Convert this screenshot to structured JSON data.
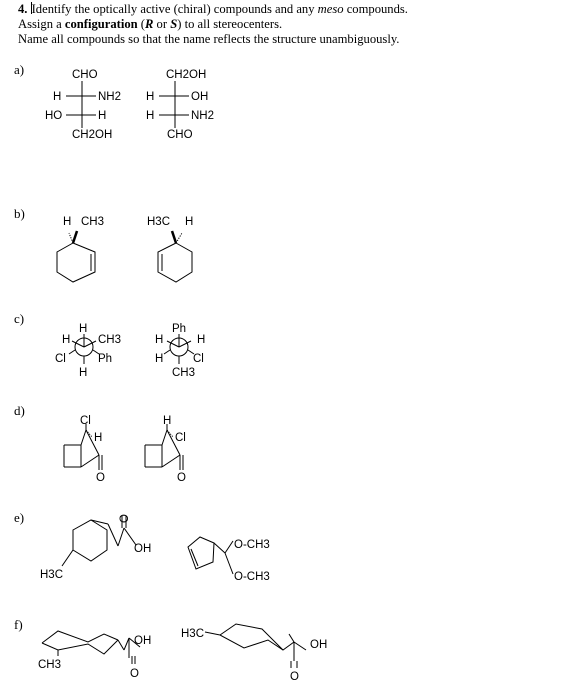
{
  "question": {
    "number": "4.",
    "line1_pre": "Identify the optically active (chiral) compounds and any ",
    "line1_meso": "meso",
    "line1_post": " compounds.",
    "line2_pre": "Assign a ",
    "line2_bold": "configuration",
    "line2_paren_open": " (",
    "line2_R": "R",
    "line2_or": " or ",
    "line2_S": "S",
    "line2_paren_close": ")",
    "line2_post": " to all stereocenters.",
    "line3": "Name all compounds so that the name reflects the structure unambiguously."
  },
  "parts": [
    "a)",
    "b)",
    "c)",
    "d)",
    "e)",
    "f)"
  ],
  "structures": {
    "a_left": {
      "top": "CHO",
      "r1_left": "H",
      "r1_right": "NH2",
      "r2_left": "HO",
      "r2_right": "H",
      "bottom": "CH2OH"
    },
    "a_right": {
      "top": "CH2OH",
      "r1_left": "H",
      "r1_right": "OH",
      "r2_left": "H",
      "r2_right": "NH2",
      "bottom": "CHO"
    },
    "b_left": {
      "h": "H",
      "me": "CH3"
    },
    "b_right": {
      "me": "H3C",
      "h": "H"
    },
    "c_left": {
      "top": "H",
      "ul": "H",
      "ur": "CH3",
      "ll": "Cl",
      "lr": "Ph",
      "bottom": "H"
    },
    "c_right": {
      "top": "Ph",
      "ul": "H",
      "ur": "H",
      "ll": "H",
      "lr": "Cl",
      "bottom": "CH3"
    },
    "d_left": {
      "x": "Cl",
      "h": "H",
      "o": "O"
    },
    "d_right": {
      "x": "H",
      "cl": "Cl",
      "o": "O"
    },
    "e_left": {
      "me": "H3C",
      "oh": "OH",
      "o": "O"
    },
    "e_right": {
      "ome1": "O-CH3",
      "ome2": "O-CH3"
    },
    "f_left": {
      "me": "CH3",
      "oh": "OH",
      "o": "O"
    },
    "f_right": {
      "me": "H3C",
      "oh": "OH",
      "o": "O"
    }
  }
}
